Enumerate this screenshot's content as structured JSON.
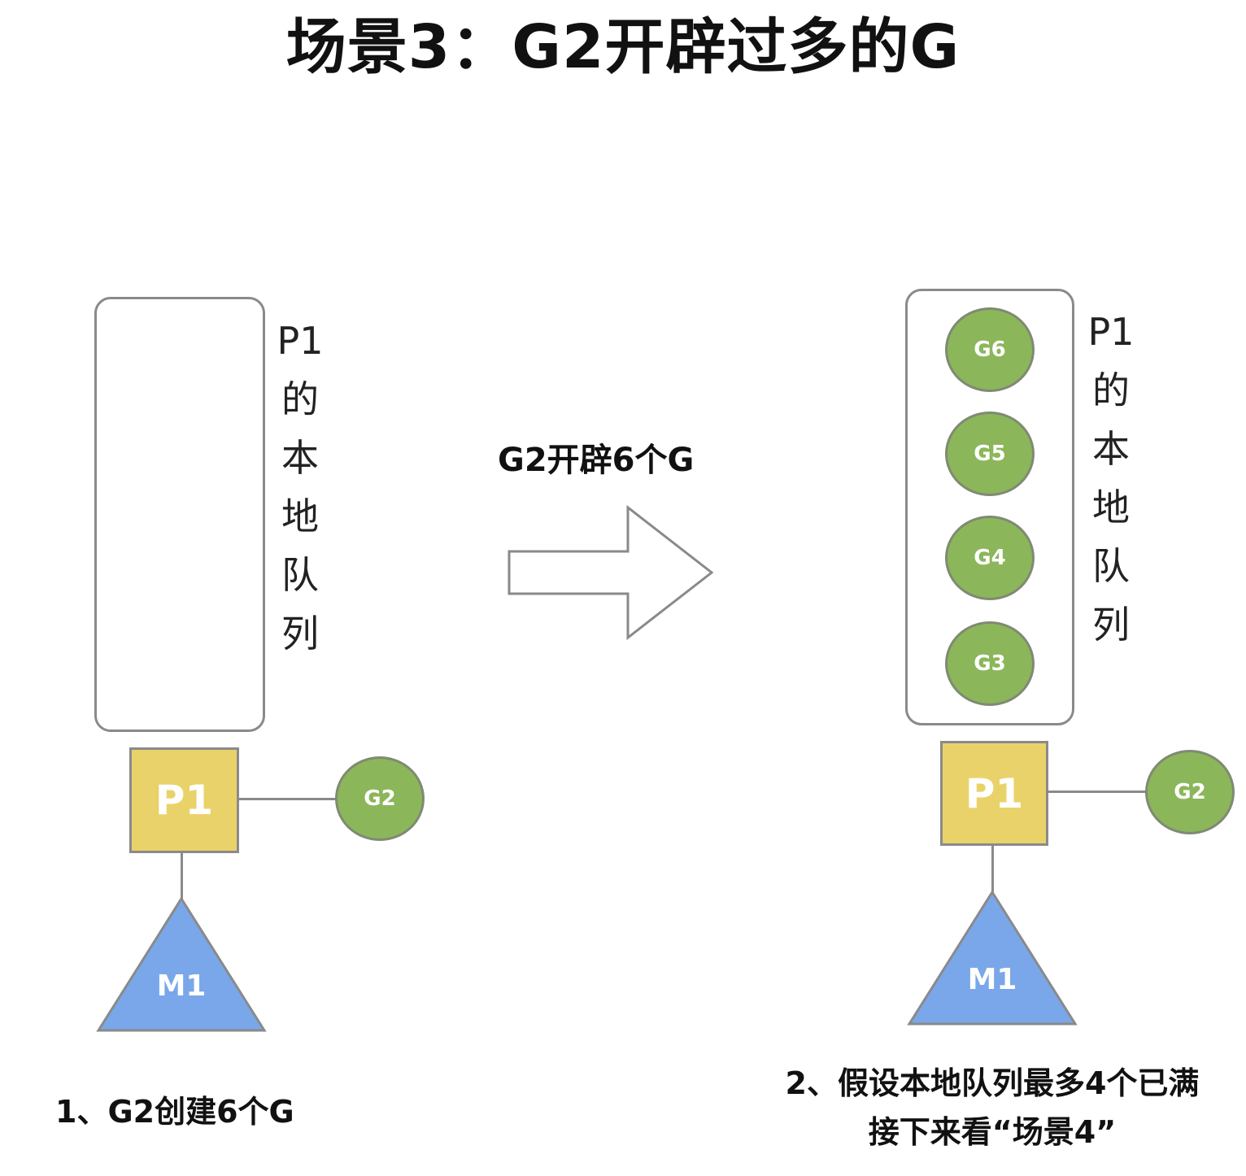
{
  "title": "场景3：G2开辟过多的G",
  "left_panel": {
    "queue_label_chars": [
      "P1",
      "的",
      "本",
      "地",
      "队",
      "列"
    ],
    "processor": "P1",
    "running_goroutine": "G2",
    "machine": "M1",
    "caption": "1、G2创建6个G"
  },
  "arrow": {
    "label": "G2开辟6个G"
  },
  "right_panel": {
    "queue_label_chars": [
      "P1",
      "的",
      "本",
      "地",
      "队",
      "列"
    ],
    "queue_items": [
      "G6",
      "G5",
      "G4",
      "G3"
    ],
    "processor": "P1",
    "running_goroutine": "G2",
    "machine": "M1",
    "caption_line1": "2、假设本地队列最多4个已满",
    "caption_line2": "接下来看“场景4”"
  },
  "colors": {
    "processor": "#ead26a",
    "goroutine": "#8cb65a",
    "machine": "#79a7ea",
    "border": "#8a8a8a"
  }
}
